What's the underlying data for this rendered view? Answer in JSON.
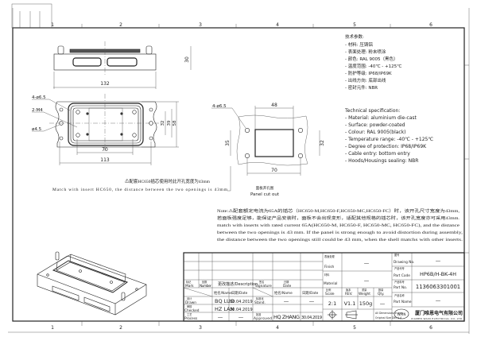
{
  "frame": {
    "columns": [
      "1",
      "2",
      "3",
      "4",
      "5",
      "6"
    ]
  },
  "side_view": {
    "width_dim": "132",
    "height_dim": "30"
  },
  "front_view": {
    "labels": [
      "4-ø6.5",
      "2-M4",
      "ø4.5"
    ],
    "dims": {
      "inner": "70",
      "outer": "113",
      "h1": "32",
      "h2": "39",
      "h3": "58"
    },
    "note_cn": "配套HC650插芯使用时此开孔宽度为43mm",
    "note_en": "Match with insert HC650, the distance between the two openings is 43mm"
  },
  "panel_cutout": {
    "label": "4-ø6.5",
    "dims": {
      "top": "48",
      "bottom": "70",
      "left": "35",
      "right": "32"
    },
    "title_cn": "面板开孔图",
    "title_en": "Panel cut out"
  },
  "specs_cn": {
    "title": "技术参数:",
    "items": [
      "- 材料: 压铸铝",
      "- 表面处理: 粉末喷涂",
      "- 颜色: RAL 9005（黑色）",
      "- 温度范围: -40℃ - +125℃",
      "- 防护等级: IP68/IP69K",
      "- 出线方向: 底部出线",
      "- 密封元件: NBR"
    ]
  },
  "specs_en": {
    "title": "Technical specification:",
    "items": [
      "- Material: aluminium die-cast",
      "- Surface: powder-coated",
      "- Colour: RAL 9005(black)",
      "- Temperature range: -40℃ - +125℃",
      "- Degree of protection: IP68/IP69K",
      "- Cable entry: bottom entry",
      "- Hoods/Housings sealing: NBR"
    ]
  },
  "note": {
    "lines": [
      "Note:⚠配套额定电流为65A的插芯（HC650-M,HC650-F,HC650-MC,HC650-FC）时，该开孔尺寸宽度为43mm,",
      "若面板强度足够，能保证产品安装时，面板不会出现变形，适配其他规格的插芯时，该开孔宽度亦可采用43mm.",
      "match with inserts with rated current 65A(HC650-M, HC650-F, HC650-MC, HC650-FC), and the distance",
      "between the two openings is 43 mm. If the panel is strong enough to avoid distortion during assembly,",
      "the distance between the two openings still could be 43 mm, when the shell matchs with other inserts."
    ]
  },
  "title_block": {
    "hdr": {
      "mark_cn": "标记",
      "mark": "Mark",
      "num_cn": "处数",
      "num": "Number",
      "desc": "更改描述/Description",
      "sig_cn": "签名",
      "sig": "Signature",
      "date_cn": "日期",
      "date": "Date"
    },
    "name_date": {
      "name": "姓名/Name",
      "date": "日期/Date"
    },
    "drawn": {
      "label_cn": "设计",
      "label": "Drawn",
      "name": "BQ LUO",
      "date": "30.04.2019"
    },
    "checked": {
      "label_cn": "审核",
      "label": "Checked",
      "name": "HZ LAN",
      "date": "30.04.2019"
    },
    "process": {
      "label_cn": "工艺",
      "label": "Process",
      "name": "—",
      "date": "—"
    },
    "stand": {
      "label_cn": "标准化",
      "label": "Stand.",
      "name": "—",
      "date": "—"
    },
    "approved": {
      "label_cn": "批准",
      "label": "Approved",
      "name": "HQ ZHANG",
      "date": "30.04.2019"
    },
    "finish": {
      "label_cn": "表面处理",
      "label": "Finish",
      "value": "—"
    },
    "material": {
      "label_cn": "材料",
      "label": "Material",
      "value": "—"
    },
    "scale": {
      "label_cn": "比例",
      "label": "Scale",
      "value": "2:1"
    },
    "rev": {
      "label_cn": "版本",
      "label": "REV.",
      "value": "V1.1"
    },
    "weight": {
      "label_cn": "重量",
      "label": "Weight",
      "value": "150g"
    },
    "qty": {
      "label_cn": "数量",
      "label": "Qty.",
      "value": "—"
    },
    "dim_note": [
      "All Dimensions in mm",
      "Original Size DIN A 4"
    ],
    "drawing_no": {
      "label_cn": "图号",
      "label": "Drawing No.",
      "value": "—"
    },
    "part_code": {
      "label_cn": "产品代号",
      "label": "Part Code",
      "value": "HP6B/H-BK-4H"
    },
    "part_no": {
      "label_cn": "产品料号",
      "label": "Part No.",
      "value": "1136063301001"
    },
    "part_name": {
      "label_cn": "产品名称",
      "label": "Part Name",
      "value": "—"
    },
    "company_cn": "厦门唯恩电气有限公司",
    "company_en": "XIAMEN WAIN ELECTRICAL CO.,LTD",
    "logo": "WAIN"
  }
}
